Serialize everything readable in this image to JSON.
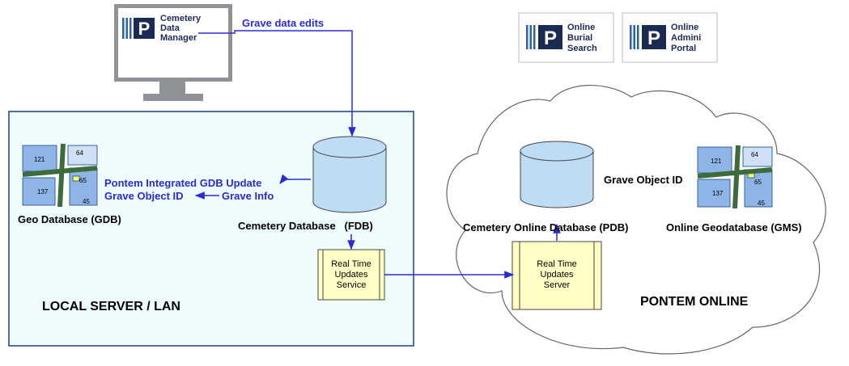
{
  "desktop_app": {
    "logo_letter": "P",
    "name_lines": [
      "Cemetery",
      "Data",
      "Manager"
    ]
  },
  "online_apps": [
    {
      "logo_letter": "P",
      "name_lines": [
        "Online",
        "Burial",
        "Search"
      ]
    },
    {
      "logo_letter": "P",
      "name_lines": [
        "Online",
        "Admini",
        "Portal"
      ]
    }
  ],
  "labels": {
    "grave_data_edits": "Grave data edits",
    "geo_database": "Geo Database (GDB)",
    "integrated_update": "Pontem Integrated GDB Update",
    "grave_object_id_local": "Grave Object ID",
    "grave_info": "Grave Info",
    "cemetery_database": "Cemetery Database   (FDB)",
    "local_server": "LOCAL SERVER / LAN",
    "grave_object_id_online": "Grave Object ID",
    "cemetery_online_database": "Cemetery Online Database (PDB)",
    "online_geodatabase": "Online Geodatabase (GMS)",
    "pontem_online": "PONTEM ONLINE"
  },
  "services": {
    "local": [
      "Real Time",
      "Updates",
      "Service"
    ],
    "online": [
      "Real Time",
      "Updates",
      "Server"
    ]
  },
  "map_thumbnail": {
    "numbers": [
      "121",
      "137",
      "64",
      "65",
      "45"
    ]
  },
  "colors": {
    "flow_arrow": "#2b2bd6",
    "local_zone_fill": "#eefcfd",
    "local_zone_border": "#1f3f8a",
    "database_fill": "#bfdcf5",
    "service_fill": "#ffffc6",
    "logo_blue": "#2c63a6"
  }
}
